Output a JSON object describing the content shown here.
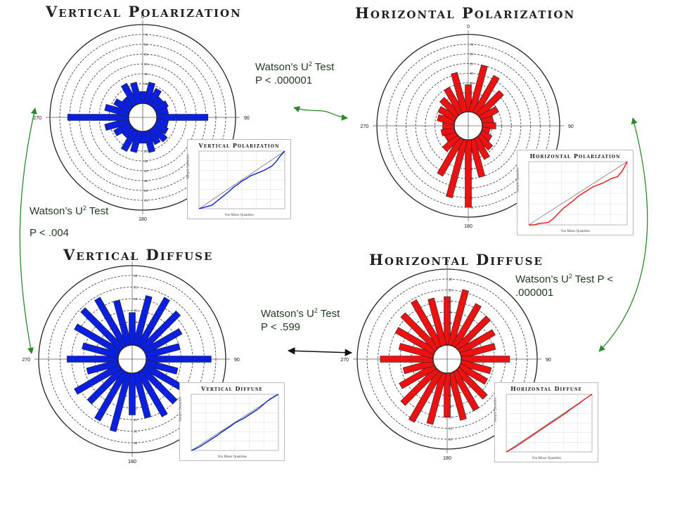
{
  "panels": {
    "vp": {
      "title": "Vertical Polarization"
    },
    "hp": {
      "title": "Horizontal Polarization"
    },
    "vd": {
      "title": "Vertical Diffuse"
    },
    "hd": {
      "title": "Horizontal Diffuse"
    }
  },
  "stats": {
    "top": {
      "prefix": "Watson’s U",
      "sup": "2",
      "suffix": " Test",
      "line2": "P < .000001"
    },
    "left": {
      "prefix": "Watson’s U",
      "sup": "2",
      "suffix": " Test",
      "line2": "P < .004"
    },
    "right": {
      "prefix": "Watson’s U",
      "sup": "2",
      "suffix": " Test P <",
      "line2": ".000001"
    },
    "middle": {
      "prefix": "Watson’s U",
      "sup": "2",
      "suffix": " Test",
      "line2": "P < .599"
    }
  },
  "insets": {
    "vp": {
      "title": "Vertical Polarization",
      "xlabel": "Von Mises Quantiles",
      "ylabel": "Sample Quantiles"
    },
    "hp": {
      "title": "Horizontal Polarization",
      "xlabel": "Von Mises Quantiles",
      "ylabel": "Sample Quantiles"
    },
    "vd": {
      "title": "Vertical Diffuse",
      "xlabel": "Von Mises Quantiles",
      "ylabel": "Sample Quantiles"
    },
    "hd": {
      "title": "Horizontal Diffuse",
      "xlabel": "Von Mises Quantiles",
      "ylabel": "Sample Quantiles"
    }
  },
  "colors": {
    "blue": "#0a1fe0",
    "red": "#ee1111",
    "arrow_green": "#2a8a2a",
    "arrow_black": "#111111",
    "grid": "#333333"
  },
  "chart_data": [
    {
      "type": "rose",
      "title": "Vertical Polarization",
      "angle_labels": [
        "0",
        "90",
        "180",
        "270"
      ],
      "radial_ticks": [
        "10",
        "20",
        "30",
        "40",
        "50",
        "60",
        "70"
      ],
      "rmax": 70,
      "bin_width_deg": 15,
      "angles": [
        0,
        15,
        30,
        45,
        60,
        75,
        90,
        105,
        120,
        135,
        150,
        165,
        180,
        195,
        210,
        225,
        240,
        255,
        270,
        285,
        300,
        315,
        330,
        345
      ],
      "values": [
        12,
        22,
        18,
        12,
        14,
        12,
        52,
        12,
        14,
        18,
        16,
        22,
        12,
        22,
        24,
        12,
        18,
        25,
        62,
        25,
        18,
        12,
        24,
        22
      ],
      "color": "blue"
    },
    {
      "type": "rose",
      "title": "Horizontal Polarization",
      "angle_labels": [
        "0",
        "90",
        "180",
        "270"
      ],
      "radial_ticks": [
        "10",
        "20",
        "30",
        "40",
        "50",
        "60",
        "70"
      ],
      "rmax": 70,
      "bin_width_deg": 15,
      "angles": [
        0,
        15,
        30,
        45,
        60,
        75,
        90,
        105,
        120,
        135,
        150,
        165,
        180,
        195,
        210,
        225,
        240,
        255,
        270,
        285,
        300,
        315,
        330,
        345
      ],
      "values": [
        28,
        50,
        44,
        34,
        20,
        12,
        14,
        8,
        12,
        18,
        24,
        40,
        70,
        62,
        44,
        20,
        12,
        14,
        12,
        18,
        20,
        24,
        30,
        42
      ],
      "color": "red"
    },
    {
      "type": "rose",
      "title": "Vertical Diffuse",
      "angle_labels": [
        "0",
        "90",
        "180",
        "270"
      ],
      "radial_ticks": [
        "5",
        "10",
        "15",
        "20",
        "25",
        "30"
      ],
      "rmax": 30,
      "bin_width_deg": 15,
      "angles": [
        0,
        15,
        30,
        45,
        60,
        75,
        90,
        105,
        120,
        135,
        150,
        165,
        180,
        195,
        210,
        225,
        240,
        255,
        270,
        285,
        300,
        315,
        330,
        345
      ],
      "values": [
        14,
        22,
        24,
        22,
        18,
        15,
        28,
        14,
        18,
        20,
        22,
        20,
        18,
        26,
        24,
        20,
        22,
        14,
        22,
        16,
        22,
        24,
        24,
        20
      ],
      "color": "blue"
    },
    {
      "type": "rose",
      "title": "Horizontal Diffuse",
      "angle_labels": [
        "0",
        "90",
        "180",
        "270"
      ],
      "radial_ticks": [
        "5",
        "10",
        "15",
        "20",
        "25",
        "30"
      ],
      "rmax": 30,
      "bin_width_deg": 15,
      "angles": [
        0,
        15,
        30,
        45,
        60,
        75,
        90,
        105,
        120,
        135,
        150,
        165,
        180,
        195,
        210,
        225,
        240,
        255,
        270,
        285,
        300,
        315,
        330,
        345
      ],
      "values": [
        22,
        26,
        22,
        20,
        18,
        16,
        22,
        14,
        14,
        18,
        20,
        22,
        20,
        24,
        26,
        22,
        18,
        14,
        24,
        16,
        20,
        22,
        24,
        22
      ],
      "color": "red"
    },
    {
      "type": "line",
      "title": "Vertical Polarization",
      "xlabel": "Von Mises Quantiles",
      "ylabel": "Sample Quantiles",
      "xlim": [
        0,
        1
      ],
      "ylim": [
        0,
        1
      ],
      "reference_line": true,
      "color": "blue",
      "x": [
        0,
        0.05,
        0.1,
        0.15,
        0.2,
        0.25,
        0.3,
        0.35,
        0.4,
        0.45,
        0.5,
        0.55,
        0.6,
        0.65,
        0.7,
        0.75,
        0.8,
        0.85,
        0.9,
        0.95,
        1
      ],
      "y": [
        0,
        0.02,
        0.04,
        0.06,
        0.12,
        0.18,
        0.24,
        0.3,
        0.37,
        0.42,
        0.48,
        0.52,
        0.57,
        0.6,
        0.63,
        0.66,
        0.7,
        0.74,
        0.82,
        0.92,
        1
      ]
    },
    {
      "type": "line",
      "title": "Horizontal Polarization",
      "xlabel": "Von Mises Quantiles",
      "ylabel": "Sample Quantiles",
      "xlim": [
        0,
        1
      ],
      "ylim": [
        0,
        1
      ],
      "reference_line": true,
      "color": "red",
      "x": [
        0,
        0.05,
        0.1,
        0.15,
        0.2,
        0.25,
        0.3,
        0.35,
        0.4,
        0.45,
        0.5,
        0.55,
        0.6,
        0.65,
        0.7,
        0.75,
        0.8,
        0.85,
        0.9,
        0.95,
        1
      ],
      "y": [
        0,
        0.0,
        0.02,
        0.03,
        0.04,
        0.1,
        0.18,
        0.26,
        0.32,
        0.38,
        0.45,
        0.5,
        0.55,
        0.6,
        0.63,
        0.66,
        0.7,
        0.74,
        0.76,
        0.85,
        1
      ]
    },
    {
      "type": "line",
      "title": "Vertical Diffuse",
      "xlabel": "Von Mises Quantiles",
      "ylabel": "Sample Quantiles",
      "xlim": [
        0,
        1
      ],
      "ylim": [
        0,
        1
      ],
      "reference_line": true,
      "color": "blue",
      "x": [
        0,
        0.05,
        0.1,
        0.15,
        0.2,
        0.25,
        0.3,
        0.35,
        0.4,
        0.45,
        0.5,
        0.55,
        0.6,
        0.65,
        0.7,
        0.75,
        0.8,
        0.85,
        0.9,
        0.95,
        1
      ],
      "y": [
        0,
        0.03,
        0.07,
        0.12,
        0.17,
        0.22,
        0.27,
        0.33,
        0.38,
        0.43,
        0.49,
        0.53,
        0.57,
        0.62,
        0.67,
        0.72,
        0.78,
        0.85,
        0.91,
        0.96,
        1
      ]
    },
    {
      "type": "line",
      "title": "Horizontal Diffuse",
      "xlabel": "Von Mises Quantiles",
      "ylabel": "Sample Quantiles",
      "xlim": [
        0,
        1
      ],
      "ylim": [
        0,
        1
      ],
      "reference_line": true,
      "color": "red",
      "x": [
        0,
        0.05,
        0.1,
        0.15,
        0.2,
        0.25,
        0.3,
        0.35,
        0.4,
        0.45,
        0.5,
        0.55,
        0.6,
        0.65,
        0.7,
        0.75,
        0.8,
        0.85,
        0.9,
        0.95,
        1
      ],
      "y": [
        0,
        0.04,
        0.08,
        0.13,
        0.18,
        0.23,
        0.28,
        0.33,
        0.38,
        0.43,
        0.48,
        0.53,
        0.58,
        0.63,
        0.68,
        0.74,
        0.79,
        0.84,
        0.9,
        0.95,
        1
      ]
    }
  ]
}
